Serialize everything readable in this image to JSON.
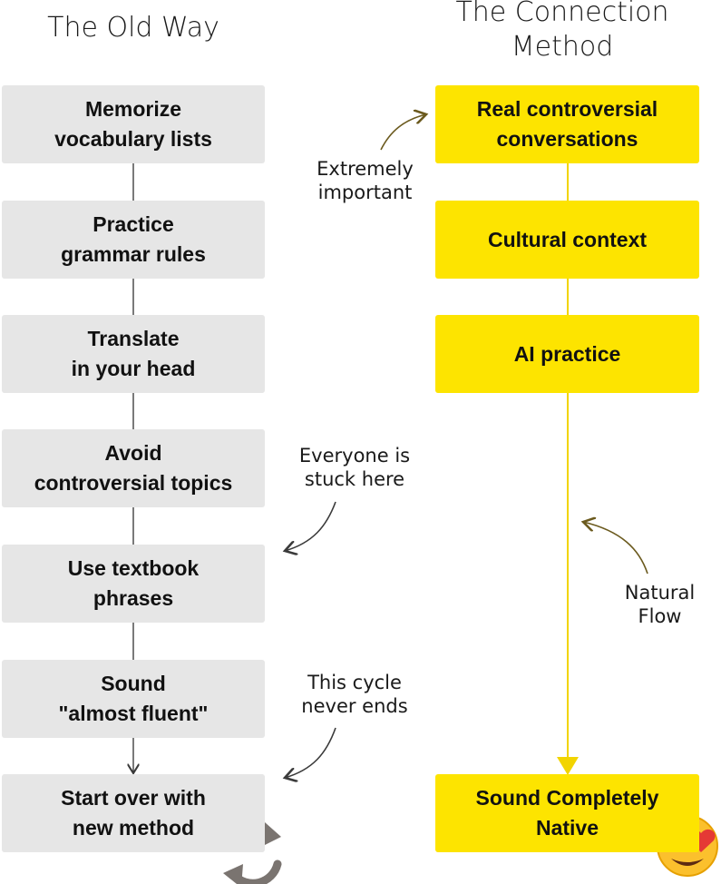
{
  "left_column": {
    "title": "The Old Way",
    "steps": [
      "Memorize\nvocabulary lists",
      "Practice\ngrammar rules",
      "Translate\nin your head",
      "Avoid\ncontroversial topics",
      "Use textbook\nphrases",
      "Sound\n\"almost fluent\"",
      "Start over with\nnew method"
    ]
  },
  "right_column": {
    "title": "The Connection\nMethod",
    "steps": [
      "Real controversial\nconversations",
      "Cultural context",
      "AI practice",
      "Sound Completely\nNative"
    ]
  },
  "annotations": {
    "important": "Extremely\nimportant",
    "stuck": "Everyone is\nstuck here",
    "cycle": "This cycle\nnever ends",
    "flow": "Natural\nFlow"
  },
  "icons": {
    "cycle": "refresh-cycle-icon",
    "emoji": "heart-eyes-emoji-icon"
  },
  "colors": {
    "old_box": "#e6e6e6",
    "new_box": "#fde400",
    "connector_new": "#f2d400",
    "arrow_note": "#6b5a1e",
    "cycle_icon": "#7a7470"
  }
}
